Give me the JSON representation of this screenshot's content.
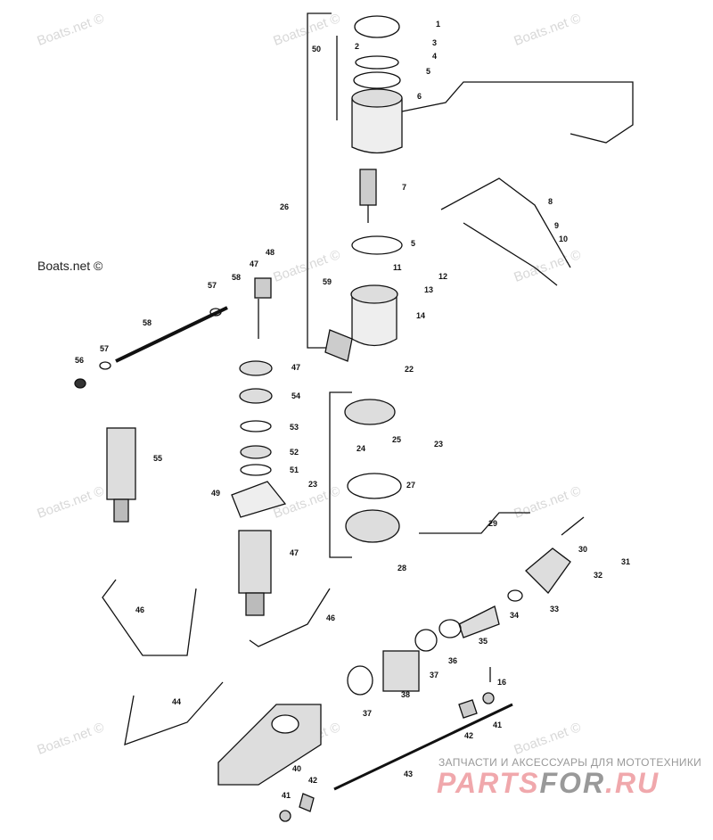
{
  "title": "Power Trim Pump & Cylinder Exploded Parts Diagram",
  "watermark": "Boats.net ©",
  "callouts": [
    "1",
    "2",
    "3",
    "4",
    "5",
    "6",
    "50",
    "7",
    "8",
    "9",
    "10",
    "5",
    "11",
    "12",
    "13",
    "59",
    "14",
    "26",
    "48",
    "47",
    "58",
    "57",
    "58",
    "57",
    "56",
    "47",
    "22",
    "54",
    "53",
    "52",
    "51",
    "55",
    "49",
    "25",
    "24",
    "23",
    "23",
    "27",
    "29",
    "30",
    "31",
    "32",
    "28",
    "47",
    "33",
    "34",
    "35",
    "36",
    "37",
    "38",
    "37",
    "46",
    "46",
    "44",
    "16",
    "41",
    "42",
    "40",
    "43",
    "41",
    "42"
  ],
  "footer": {
    "subtitle": "ЗАПЧАСТИ И АКСЕССУАРЫ ДЛЯ МОТОТЕХНИКИ",
    "brand_part1": "PARTS",
    "brand_part2": "FOR",
    "brand_part3": ".RU"
  },
  "colors": {
    "brand_pink": "#f0a8ac",
    "brand_gray": "#999999",
    "line": "#111111"
  }
}
